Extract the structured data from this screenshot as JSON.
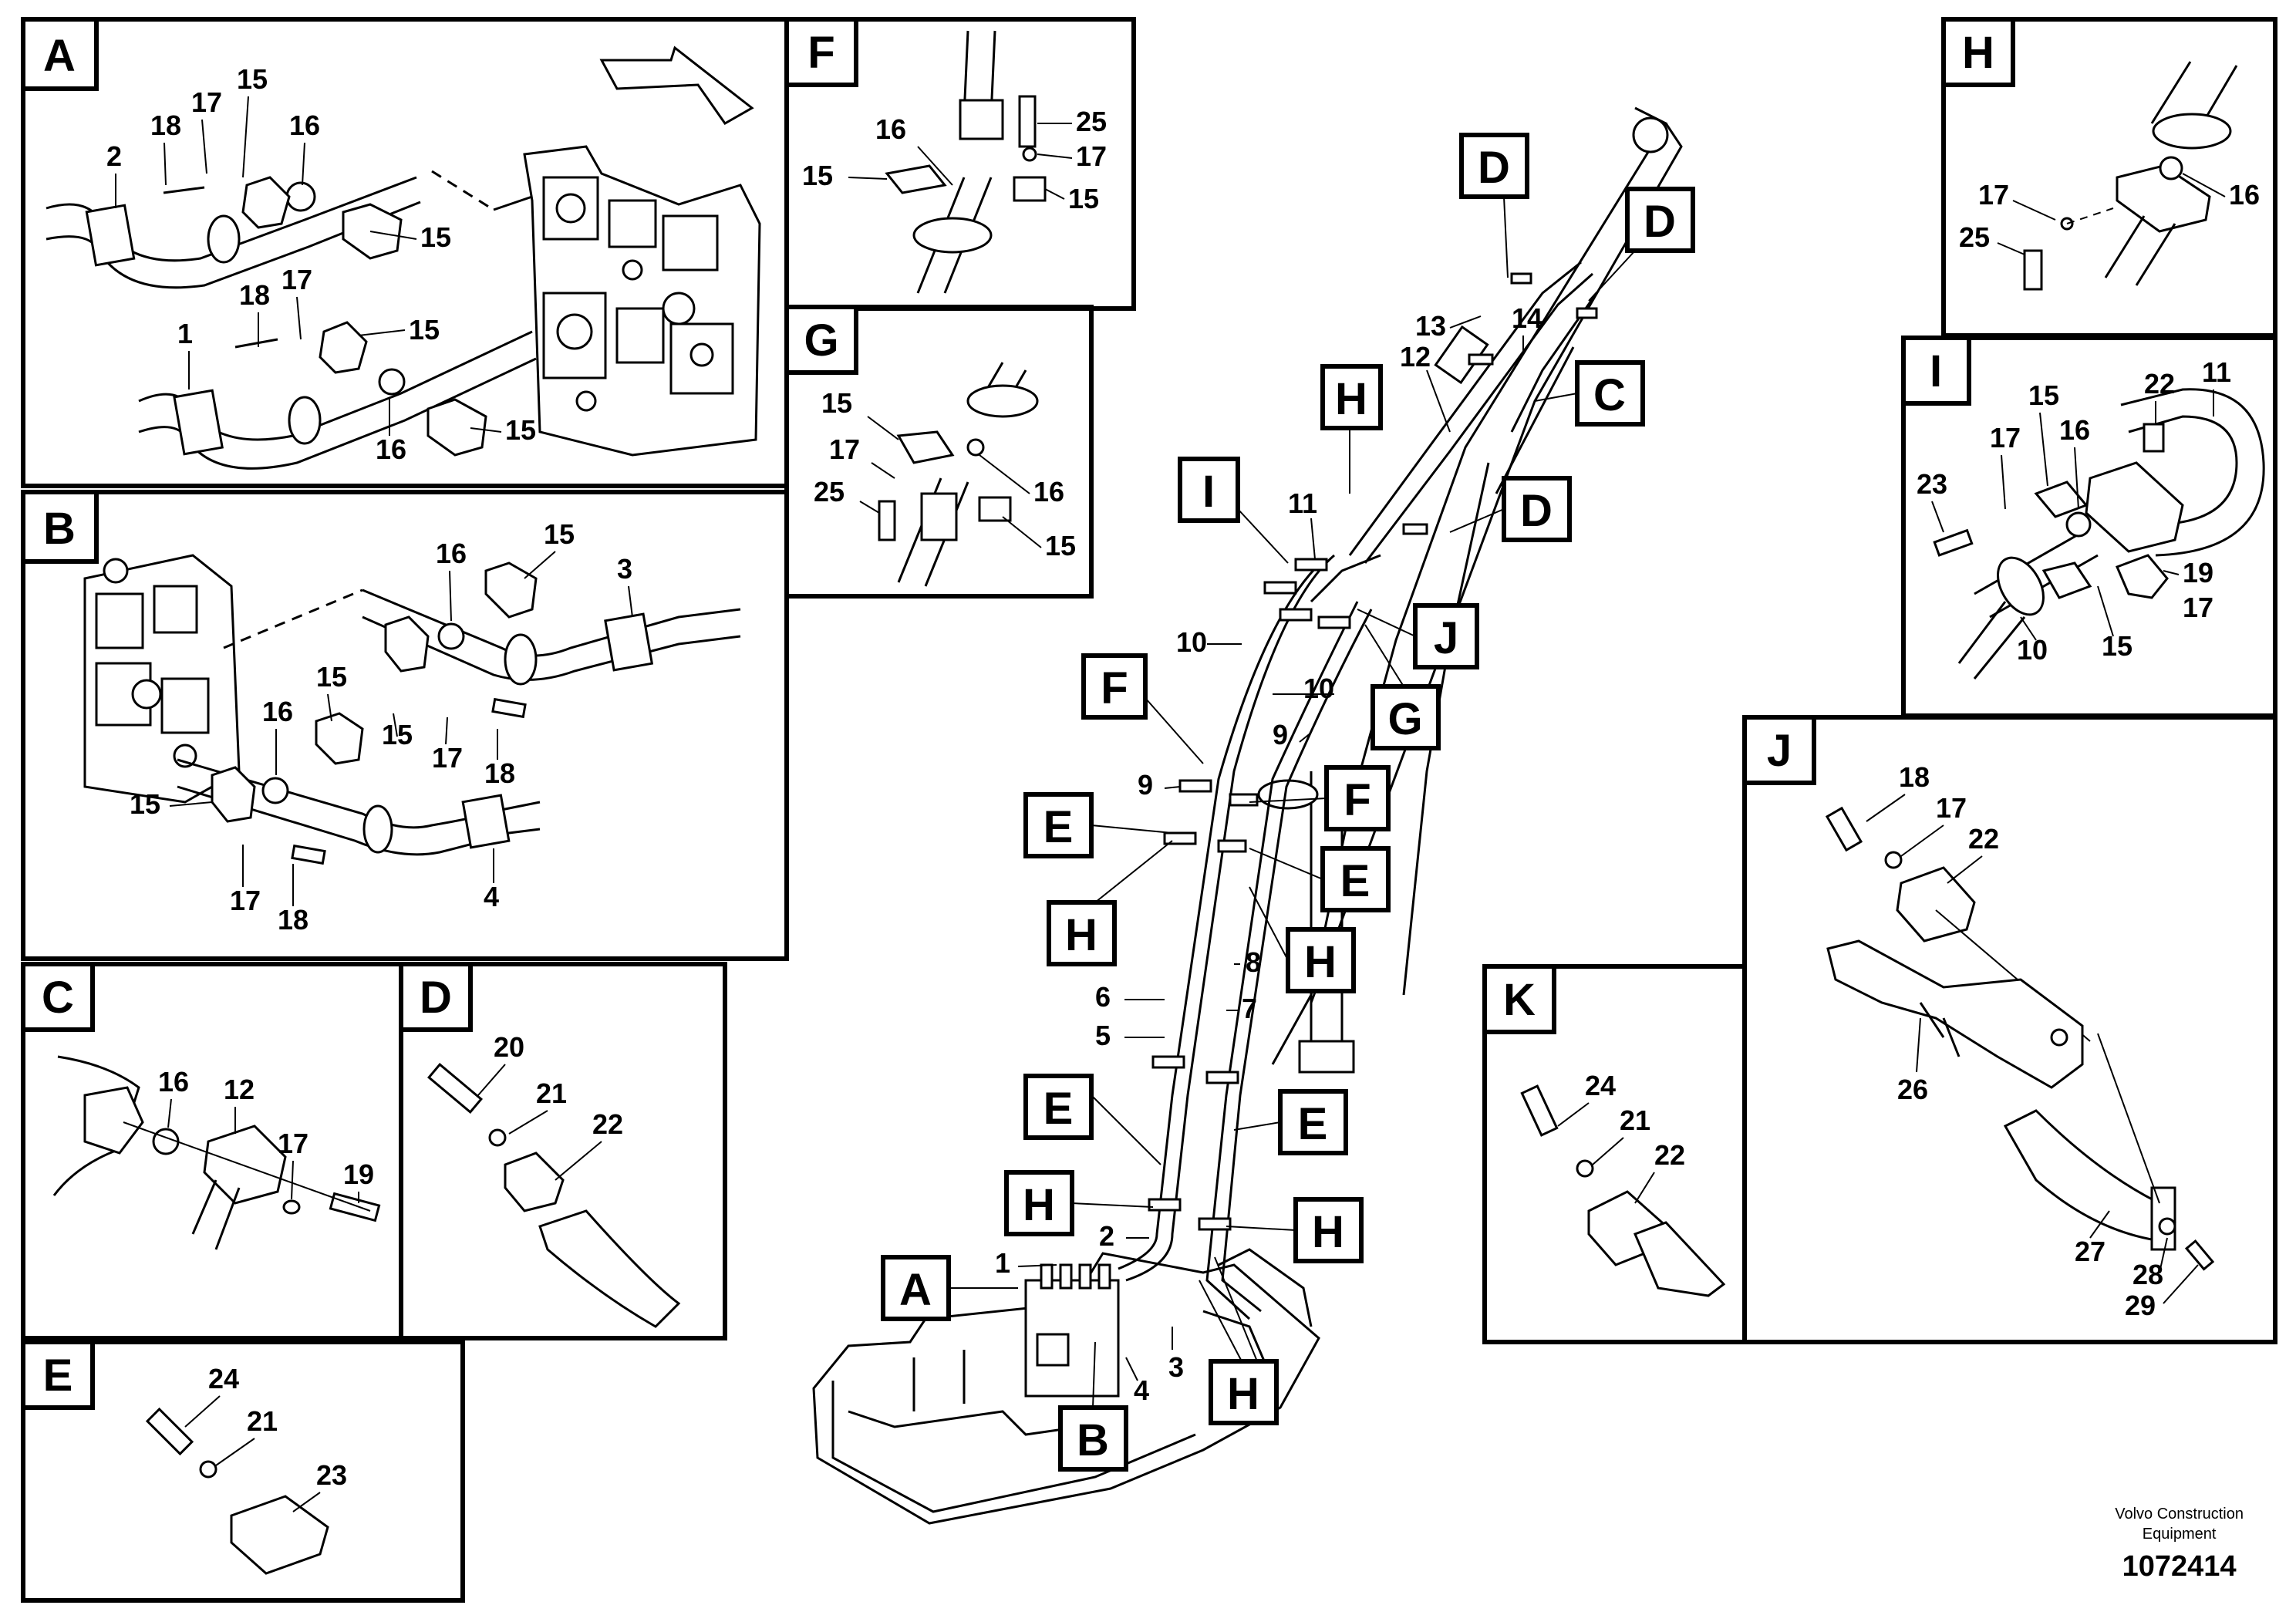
{
  "panels": {
    "A": {
      "letter": "A",
      "callouts": [
        "18",
        "17",
        "15",
        "2",
        "16",
        "15",
        "18",
        "17",
        "15",
        "1",
        "16",
        "15"
      ]
    },
    "B": {
      "letter": "B",
      "callouts": [
        "16",
        "15",
        "3",
        "15",
        "16",
        "15",
        "17",
        "18",
        "15",
        "17",
        "18",
        "4"
      ]
    },
    "C": {
      "letter": "C",
      "callouts": [
        "16",
        "12",
        "17",
        "19"
      ]
    },
    "D": {
      "letter": "D",
      "callouts": [
        "20",
        "21",
        "22"
      ]
    },
    "E": {
      "letter": "E",
      "callouts": [
        "24",
        "21",
        "23"
      ]
    },
    "F": {
      "letter": "F",
      "callouts": [
        "25",
        "16",
        "17",
        "15",
        "15"
      ]
    },
    "G": {
      "letter": "G",
      "callouts": [
        "15",
        "17",
        "25",
        "16",
        "15"
      ]
    },
    "H": {
      "letter": "H",
      "callouts": [
        "17",
        "16",
        "25"
      ]
    },
    "I": {
      "letter": "I",
      "callouts": [
        "22",
        "11",
        "15",
        "17",
        "16",
        "23",
        "19",
        "17",
        "10",
        "15"
      ]
    },
    "J": {
      "letter": "J",
      "callouts": [
        "18",
        "17",
        "22",
        "26",
        "27",
        "28",
        "29"
      ]
    },
    "K": {
      "letter": "K",
      "callouts": [
        "24",
        "21",
        "22"
      ]
    }
  },
  "overview": {
    "section_labels": [
      "D",
      "D",
      "C",
      "H",
      "I",
      "D",
      "J",
      "G",
      "F",
      "F",
      "E",
      "E",
      "H",
      "H",
      "E",
      "E",
      "H",
      "H",
      "A",
      "B",
      "H"
    ],
    "callouts": [
      "13",
      "14",
      "12",
      "11",
      "10",
      "10",
      "9",
      "9",
      "8",
      "6",
      "7",
      "5",
      "2",
      "1",
      "3",
      "4"
    ]
  },
  "footer": {
    "company_line1": "Volvo Construction",
    "company_line2": "Equipment",
    "drawing_number": "1072414"
  }
}
